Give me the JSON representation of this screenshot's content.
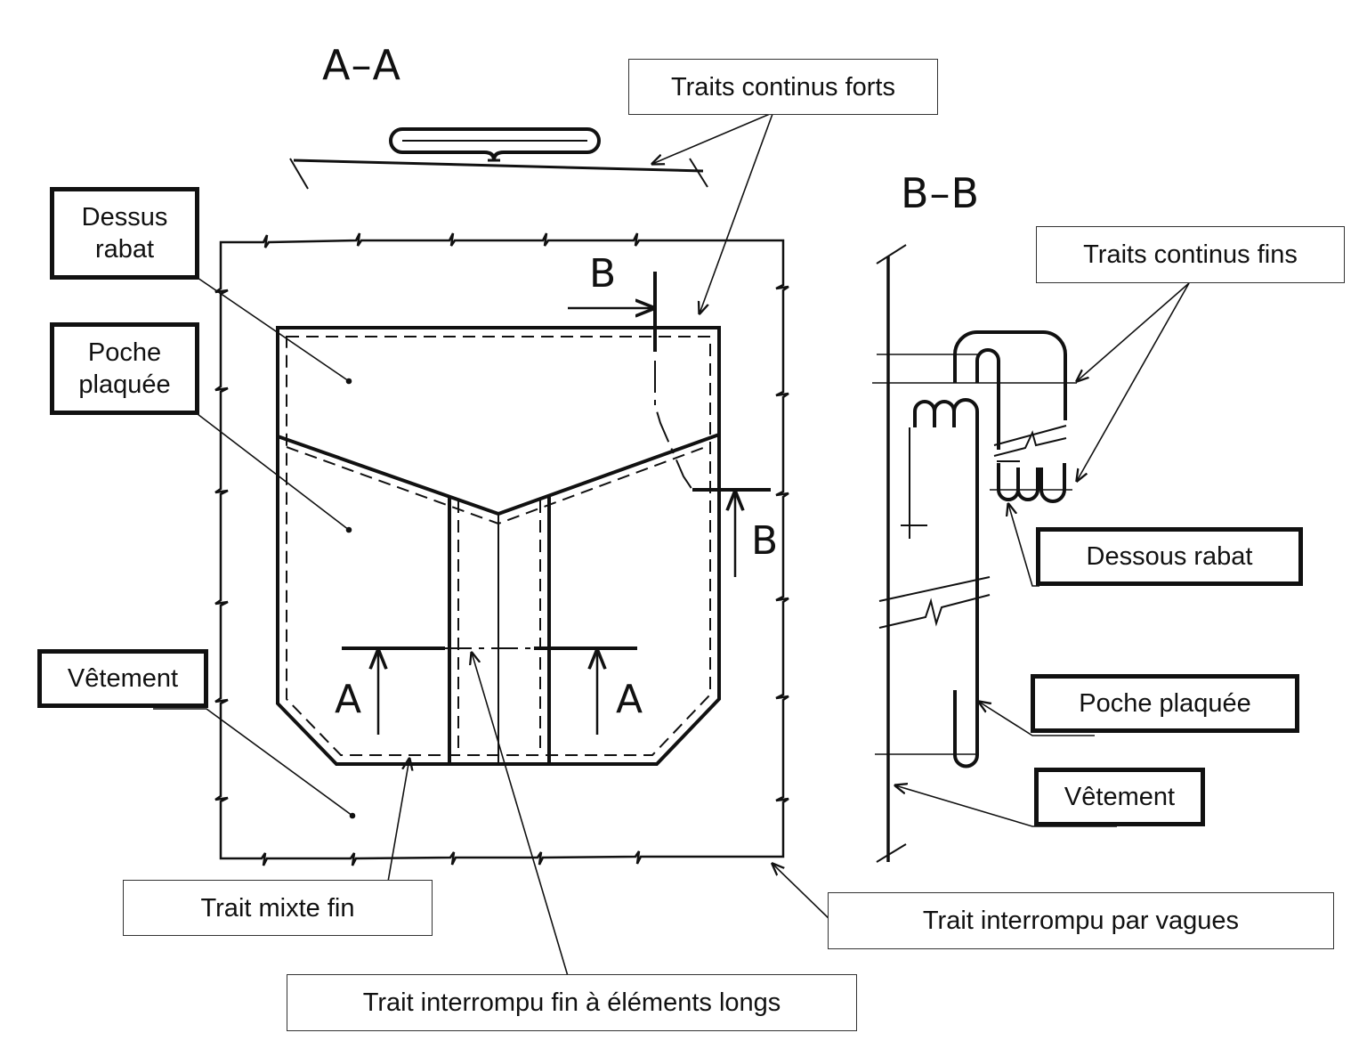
{
  "section_titles": {
    "aa": "A–A",
    "bb": "B–B"
  },
  "cut_letters": {
    "b_top": "B",
    "b_bottom": "B",
    "a_left": "A",
    "a_right": "A"
  },
  "labels": {
    "dessus_rabat": "Dessus\nrabat",
    "poche_plaquee_left": "Poche\nplaquée",
    "vetement_left": "Vêtement",
    "traits_continus_forts": "Traits continus forts",
    "traits_continus_fins": "Traits continus fins",
    "dessous_rabat": "Dessous rabat",
    "poche_plaquee_right": "Poche plaquée",
    "vetement_right": "Vêtement",
    "trait_mixte_fin": "Trait mixte fin",
    "trait_interrompu_par_vagues": "Trait interrompu par vagues",
    "trait_interrompu_fin": "Trait interrompu fin à éléments longs"
  },
  "colors": {
    "ink": "#111111",
    "border": "#333333",
    "background": "#ffffff"
  }
}
